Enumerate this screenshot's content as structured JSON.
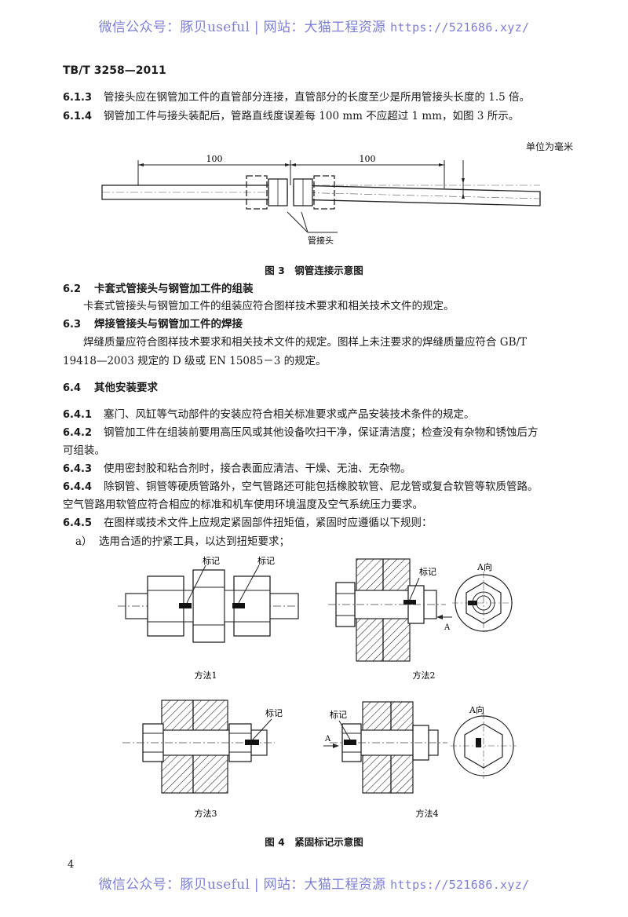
{
  "watermark": {
    "top": "微信公众号：豚贝useful | 网站：大猫工程资源",
    "url": "https://521686.xyz/"
  },
  "header": {
    "standard_no": "TB/T 3258—2011"
  },
  "sections": {
    "s613": {
      "num": "6.1.3",
      "text": "管接头应在钢管加工件的直管部分连接，直管部分的长度至少是所用管接头长度的 1.5 倍。"
    },
    "s614": {
      "num": "6.1.4",
      "text": "钢管加工件与接头装配后，管路直线度误差每 100 mm 不应超过 1 mm，如图 3 所示。"
    },
    "s62": {
      "num": "6.2",
      "title": "卡套式管接头与钢管加工件的组装",
      "text": "卡套式管接头与钢管加工件的组装应符合图样技术要求和相关技术文件的规定。"
    },
    "s63": {
      "num": "6.3",
      "title": "焊接管接头与钢管加工件的焊接",
      "text1": "焊缝质量应符合图样技术要求和相关技术文件的规定。图样上未注要求的焊缝质量应符合 GB/T",
      "text2": "19418—2003 规定的 D 级或 EN 15085－3 的规定。"
    },
    "s64": {
      "num": "6.4",
      "title": "其他安装要求"
    },
    "s641": {
      "num": "6.4.1",
      "text": "塞门、风缸等气动部件的安装应符合相关标准要求或产品安装技术条件的规定。"
    },
    "s642": {
      "num": "6.4.2",
      "text1": "钢管加工件在组装前要用高压风或其他设备吹扫干净，保证清洁度；检查没有杂物和锈蚀后方",
      "text2": "可组装。"
    },
    "s643": {
      "num": "6.4.3",
      "text": "使用密封胶和粘合剂时，接合表面应清洁、干燥、无油、无杂物。"
    },
    "s644": {
      "num": "6.4.4",
      "text1": "除钢管、铜管等硬质管路外，空气管路还可能包括橡胶软管、尼龙管或复合软管等软质管路。",
      "text2": "空气管路用软管应符合相应的标准和机车使用环境温度及空气系统压力要求。"
    },
    "s645": {
      "num": "6.4.5",
      "text": "在图样或技术文件上应规定紧固部件扭矩值，紧固时应遵循以下规则："
    },
    "item_a": {
      "label": "a）",
      "text": "选用合适的拧紧工具，以达到扭矩要求；"
    }
  },
  "figure3": {
    "unit": "单位为毫米",
    "dim_left": "100",
    "dim_right": "100",
    "callout": "管接头",
    "caption": "图 3　钢管连接示意图"
  },
  "figure4": {
    "mark": "标记",
    "dir_label": "A向",
    "arrow_label": "A",
    "method1": "方法1",
    "method2": "方法2",
    "method3": "方法3",
    "method4": "方法4",
    "caption": "图 4　紧固标记示意图"
  },
  "footer": {
    "page_number": "4"
  }
}
